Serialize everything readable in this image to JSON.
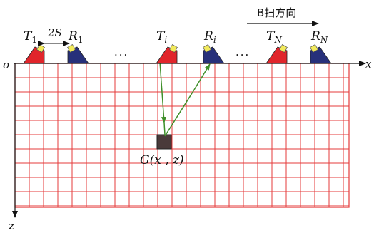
{
  "scan_direction": {
    "label": "B扫方向"
  },
  "origin": {
    "label": "o"
  },
  "x_axis": {
    "label": "x"
  },
  "z_axis": {
    "label": "z"
  },
  "spacing": {
    "label": "2S"
  },
  "ellipsis": {
    "text": "···"
  },
  "probes": [
    {
      "id": "T1",
      "base": "T",
      "sub": "1",
      "role": "transmitter"
    },
    {
      "id": "R1",
      "base": "R",
      "sub": "1",
      "role": "receiver"
    },
    {
      "id": "Ti",
      "base": "T",
      "sub": "i",
      "role": "transmitter"
    },
    {
      "id": "Ri",
      "base": "R",
      "sub": "i",
      "role": "receiver"
    },
    {
      "id": "TN",
      "base": "T",
      "sub": "N",
      "role": "transmitter"
    },
    {
      "id": "RN",
      "base": "R",
      "sub": "N",
      "role": "receiver"
    }
  ],
  "focus_point": {
    "label": "G(x , z)"
  },
  "colors": {
    "transmitter": "#e1252b",
    "receiver": "#27307a",
    "crystal": "#f2ea5c",
    "grid": "#e43b3b",
    "ray": "#3f8f2a",
    "focus_cell": "#4a3a3a",
    "axis": "#111111"
  }
}
